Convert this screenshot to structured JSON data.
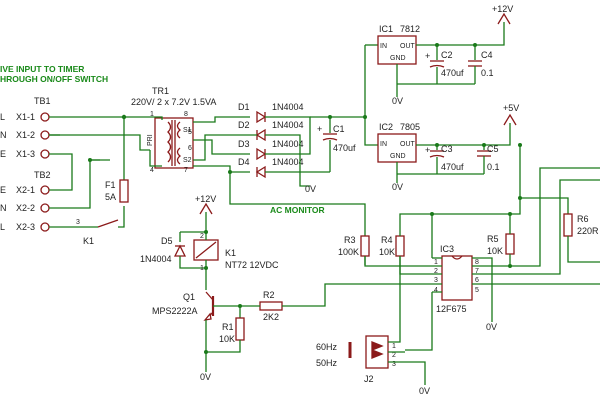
{
  "title_lines": [
    "IVE INPUT TO TIMER",
    "HROUGH ON/OFF SWITCH"
  ],
  "tb1": {
    "ref": "TB1",
    "pins": [
      {
        "side": "L",
        "pin": "X1-1"
      },
      {
        "side": "N",
        "pin": "X1-2"
      },
      {
        "side": "E",
        "pin": "X1-3"
      }
    ]
  },
  "tb2": {
    "ref": "TB2",
    "pins": [
      {
        "side": "E",
        "pin": "X2-1"
      },
      {
        "side": "N",
        "pin": "X2-2"
      },
      {
        "side": "L",
        "pin": "X2-3"
      }
    ]
  },
  "tr1": {
    "ref": "TR1",
    "value": "220V/ 2 x 7.2V 1.5VA",
    "pri": "PRI",
    "sec1": "S1",
    "sec2": "S2",
    "pins": [
      "1",
      "4",
      "8",
      "5",
      "6",
      "7"
    ]
  },
  "f1": {
    "ref": "F1",
    "value": "5A"
  },
  "k1_switch": {
    "ref": "K1",
    "pin": "3"
  },
  "diodes": [
    {
      "ref": "D1",
      "value": "1N4004"
    },
    {
      "ref": "D2",
      "value": "1N4004"
    },
    {
      "ref": "D3",
      "value": "1N4004"
    },
    {
      "ref": "D4",
      "value": "1N4004"
    }
  ],
  "c1": {
    "ref": "C1",
    "value": "470uf",
    "plus": "+"
  },
  "ic1": {
    "ref": "IC1",
    "value": "7812",
    "in": "IN",
    "out": "OUT",
    "gnd": "GND"
  },
  "ic2": {
    "ref": "IC2",
    "value": "7805",
    "in": "IN",
    "out": "OUT",
    "gnd": "GND"
  },
  "c2": {
    "ref": "C2",
    "value": "470uf",
    "plus": "+"
  },
  "c3": {
    "ref": "C3",
    "value": "470uf",
    "plus": "+"
  },
  "c4": {
    "ref": "C4",
    "value": "0.1"
  },
  "c5": {
    "ref": "C5",
    "value": "0.1"
  },
  "rails": {
    "p12": "+12V",
    "p5": "+5V",
    "gnd": "0V"
  },
  "ac_monitor": "AC MONITOR",
  "d5": {
    "ref": "D5",
    "value": "1N4004"
  },
  "relay": {
    "ref": "K1",
    "value": "NT72 12VDC",
    "pin1": "1",
    "pin2": "2"
  },
  "q1": {
    "ref": "Q1",
    "value": "MPS2222A"
  },
  "r1": {
    "ref": "R1",
    "value": "10K"
  },
  "r2": {
    "ref": "R2",
    "value": "2K2"
  },
  "r3": {
    "ref": "R3",
    "value": "100K"
  },
  "r4": {
    "ref": "R4",
    "value": "10K"
  },
  "r5": {
    "ref": "R5",
    "value": "10K"
  },
  "r6": {
    "ref": "R6",
    "value": "220R"
  },
  "ic3": {
    "ref": "IC3",
    "value": "12F675",
    "pins_left": [
      "1",
      "2",
      "3",
      "4"
    ],
    "pins_right": [
      "8",
      "7",
      "6",
      "5"
    ]
  },
  "j2": {
    "ref": "J2",
    "hz60": "60Hz",
    "hz50": "50Hz",
    "pins": [
      "1",
      "2",
      "3"
    ]
  }
}
